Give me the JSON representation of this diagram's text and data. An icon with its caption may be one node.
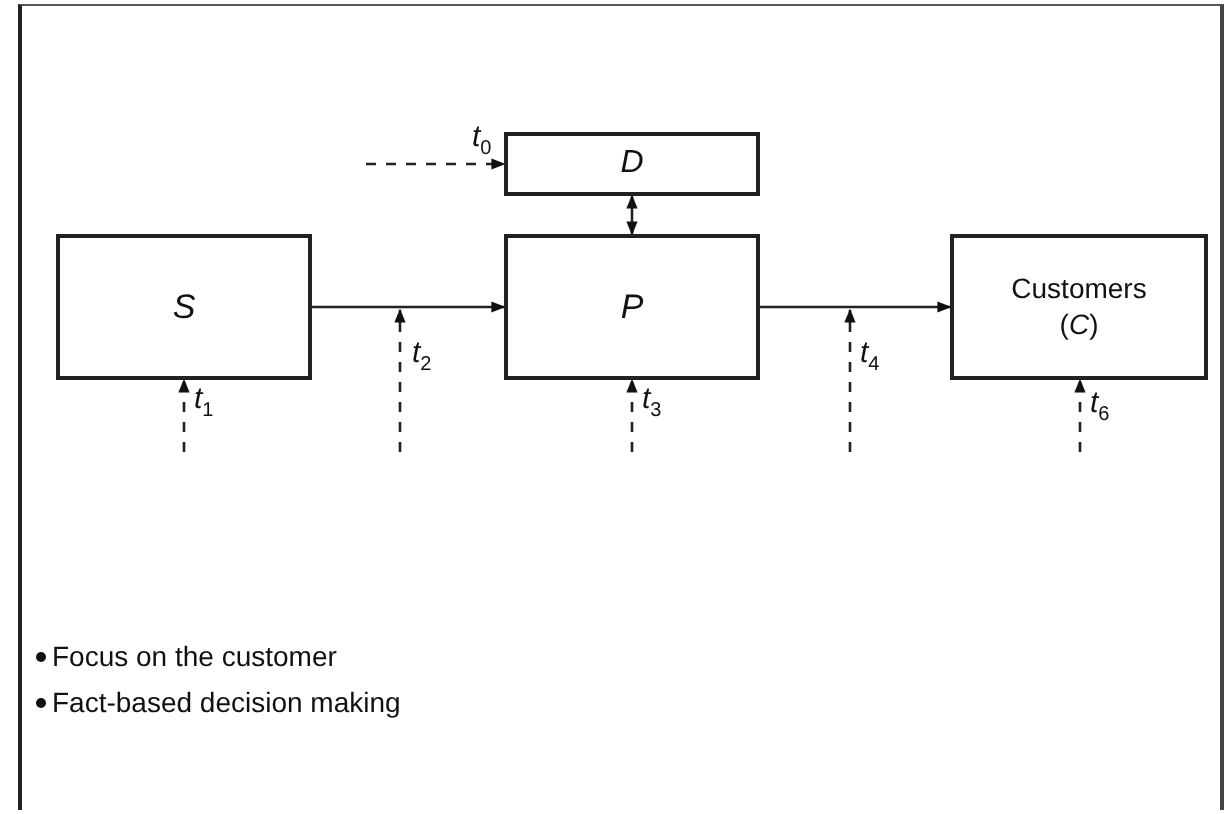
{
  "diagram": {
    "nodes": [
      {
        "text": [
          "D"
        ]
      },
      {
        "text": [
          "S"
        ]
      },
      {
        "text": [
          "P"
        ]
      },
      {
        "text": [
          "Customers (*C*)"
        ]
      }
    ],
    "edges": [
      {
        "from": null,
        "to": 0,
        "arrow": "to",
        "style": "dashed",
        "label": "t$_{0}$"
      },
      {
        "from": 0,
        "to": 2,
        "arrow": "both"
      },
      {
        "from": 1,
        "to": 2,
        "arrow": "to"
      },
      {
        "from": 2,
        "to": 3,
        "arrow": "to"
      },
      {
        "from": null,
        "to": 1,
        "arrow": "to",
        "style": "dashed",
        "label": "t$_{1}$"
      },
      {
        "from": null,
        "to": 2,
        "arrow": "to",
        "style": "dashed",
        "label": "t$_{3}$"
      },
      {
        "from": null,
        "to": 3,
        "arrow": "to",
        "style": "dashed",
        "label": "t$_{6}$"
      }
    ],
    "labels": [
      "t$_{2}$",
      "t$_{4}$",
      "Focus on the customer",
      "Fact-based decision making"
    ]
  }
}
